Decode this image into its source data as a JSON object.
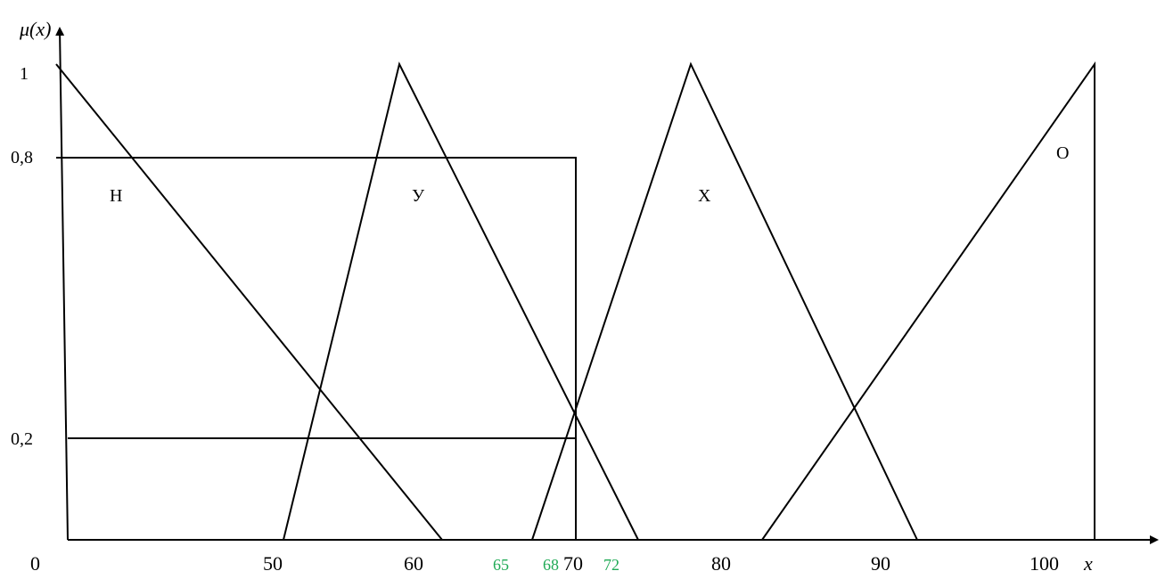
{
  "y_axis_label": "μ(x)",
  "x_axis_label": "x",
  "y_ticks": [
    "1",
    "0,8",
    "0,2"
  ],
  "x_ticks": [
    "0",
    "50",
    "60",
    "70",
    "80",
    "90",
    "100"
  ],
  "highlight_ticks": [
    "65",
    "68",
    "72"
  ],
  "set_labels": [
    "Н",
    "У",
    "Х",
    "О"
  ],
  "colors": {
    "line": "#000000",
    "highlight": "#1faa55",
    "background": "#ffffff"
  }
}
